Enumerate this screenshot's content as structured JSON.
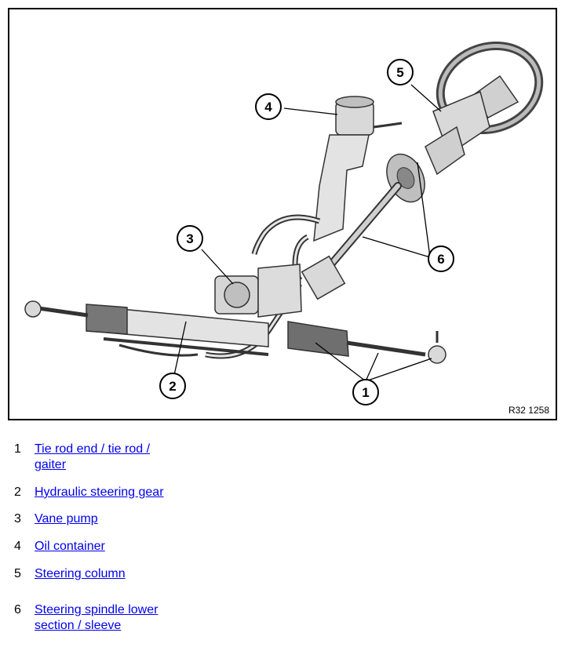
{
  "figure": {
    "code": "R32 1258",
    "callouts": [
      "1",
      "2",
      "3",
      "4",
      "5",
      "6"
    ]
  },
  "legend": [
    {
      "num": "1",
      "lines": [
        "Tie rod end / tie rod /",
        "gaiter"
      ]
    },
    {
      "num": "2",
      "lines": [
        "Hydraulic steering gear"
      ]
    },
    {
      "num": "3",
      "lines": [
        "Vane pump"
      ]
    },
    {
      "num": "4",
      "lines": [
        "Oil container"
      ]
    },
    {
      "num": "5",
      "lines": [
        "Steering column"
      ]
    },
    {
      "num": "6",
      "lines": [
        "Steering spindle lower",
        "section / sleeve"
      ]
    }
  ],
  "colors": {
    "link": "#0000ee",
    "line": "#000000",
    "part": "#d9d9d9",
    "part_dark": "#8c8c8c"
  }
}
